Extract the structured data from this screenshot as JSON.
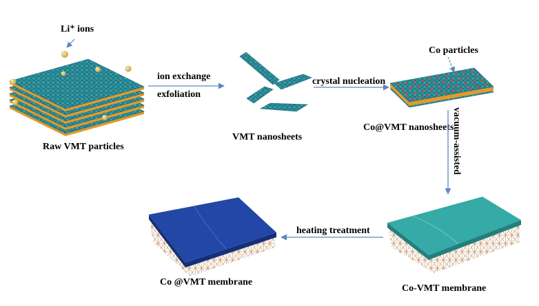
{
  "figure": {
    "ion_label": "Li⁺ ions",
    "stages": {
      "raw_particles": "Raw VMT particles",
      "nanosheets": "VMT nanosheets",
      "co_nanosheets": "Co@VMT nanosheets",
      "co_particles_callout": "Co particles",
      "co_vmt_membrane": "Co-VMT membrane",
      "co_at_vmt_membrane": "Co @VMT membrane"
    },
    "steps": {
      "ion_exchange": "ion exchange",
      "exfoliation": "exfoliation",
      "crystal_nucleation": "crystal nucleation",
      "vacuum_assisted": "vacuum-assisted",
      "heating_treatment": "heating treatment"
    }
  },
  "colors": {
    "arrow": "#5b86c2",
    "lattice_teal": "#36a3a2",
    "lattice_line": "#1d6480",
    "interlayer_orange": "#e39a2b",
    "li_ion_gold": "#c9a43a",
    "co_particle_red": "#d8473f",
    "co_vmt_sheet": "#35aaa6",
    "co_at_vmt_sheet": "#2347a6",
    "scaffold_tan": "#c7a07a"
  }
}
